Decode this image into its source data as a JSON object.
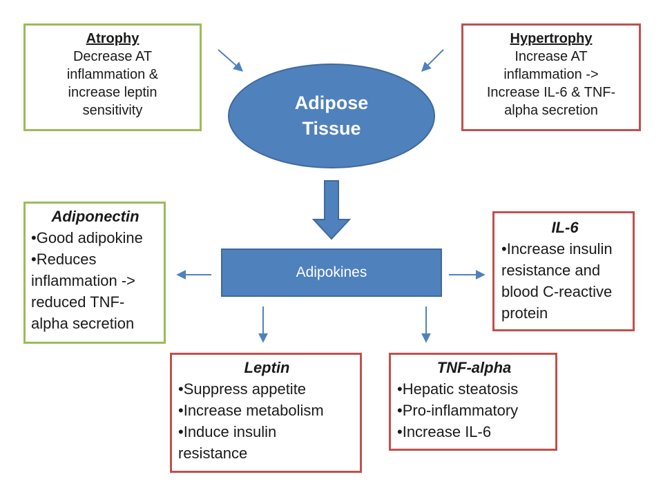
{
  "center": {
    "adipose_line1": "Adipose",
    "adipose_line2": "Tissue",
    "adipokines": "Adipokines"
  },
  "atrophy": {
    "title": "Atrophy",
    "lines": [
      "Decrease AT",
      "inflammation &",
      "increase leptin",
      "sensitivity"
    ]
  },
  "hypertrophy": {
    "title": "Hypertrophy",
    "lines": [
      "Increase AT",
      "inflammation ->",
      "Increase IL-6 & TNF-",
      "alpha secretion"
    ]
  },
  "adiponectin": {
    "title": "Adiponectin",
    "bullets": [
      [
        "•Good adipokine"
      ],
      [
        "•Reduces",
        "inflammation ->",
        "reduced TNF-",
        "alpha secretion"
      ]
    ]
  },
  "il6": {
    "title": "IL-6",
    "bullets": [
      [
        "•Increase insulin",
        "resistance and",
        "blood C-reactive",
        "protein"
      ]
    ]
  },
  "leptin": {
    "title": "Leptin",
    "bullets": [
      [
        "•Suppress appetite"
      ],
      [
        "•Increase metabolism"
      ],
      [
        "•Induce insulin",
        "resistance"
      ]
    ]
  },
  "tnf": {
    "title": "TNF-alpha",
    "bullets": [
      [
        "•Hepatic steatosis"
      ],
      [
        "•Pro-inflammatory"
      ],
      [
        "•Increase IL-6"
      ]
    ]
  },
  "colors": {
    "shape_fill": "#4f81bd",
    "shape_stroke": "#3f6a9a",
    "green_border": "#9bbb59",
    "red_border": "#c0504d",
    "arrow": "#4f81bd"
  }
}
